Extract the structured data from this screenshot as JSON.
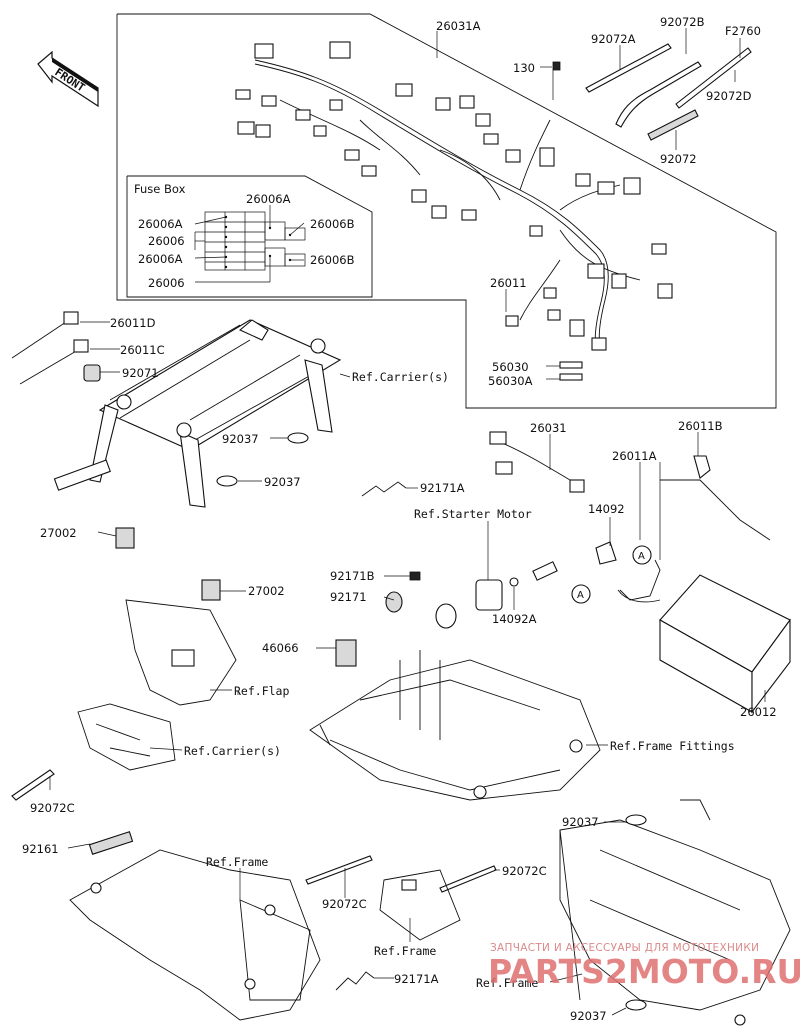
{
  "front_label": "FRONT",
  "fuse_box_title": "Fuse Box",
  "labels": {
    "l26031A": "26031A",
    "l130": "130",
    "l92072A": "92072A",
    "l92072B": "92072B",
    "lF2760": "F2760",
    "l92072D": "92072D",
    "l92072": "92072",
    "l26006A_top": "26006A",
    "l26006A_1": "26006A",
    "l26006": "26006",
    "l26006B_1": "26006B",
    "l26006A_2": "26006A",
    "l26006B_2": "26006B",
    "l26006_b": "26006",
    "l26011": "26011",
    "l56030": "56030",
    "l56030A": "56030A",
    "l26011D": "26011D",
    "l26011C": "26011C",
    "l92071": "92071",
    "lRefCarrier1": "Ref.Carrier(s)",
    "l92037_a": "92037",
    "l92037_b": "92037",
    "l26031": "26031",
    "l26011B": "26011B",
    "l26011A": "26011A",
    "l92171A_a": "92171A",
    "lRefStarter": "Ref.Starter Motor",
    "l14092": "14092",
    "l27002_a": "27002",
    "l27002_b": "27002",
    "l92171B": "92171B",
    "l92171": "92171",
    "l14092A": "14092A",
    "lA1": "A",
    "lA2": "A",
    "l46066": "46066",
    "lRefFlap": "Ref.Flap",
    "l26012": "26012",
    "lRefCarrier2": "Ref.Carrier(s)",
    "lRefFrameFittings": "Ref.Frame Fittings",
    "l92072C_a": "92072C",
    "l92037_c": "92037",
    "l92161": "92161",
    "lRefFrame1": "Ref.Frame",
    "l92072C_b": "92072C",
    "l92072C_c": "92072C",
    "lRefFrame2": "Ref.Frame",
    "l92171A_b": "92171A",
    "lRefFrame3": "Ref.Frame",
    "l92037_d": "92037"
  },
  "watermark": {
    "top_text": "ЗАПЧАСТИ И АКСЕССУАРЫ ДЛЯ МОТОТЕХНИКИ",
    "brand_text": "PARTS2MOTO.RU"
  },
  "colors": {
    "ink": "#111111",
    "watermark": "#e07070"
  }
}
